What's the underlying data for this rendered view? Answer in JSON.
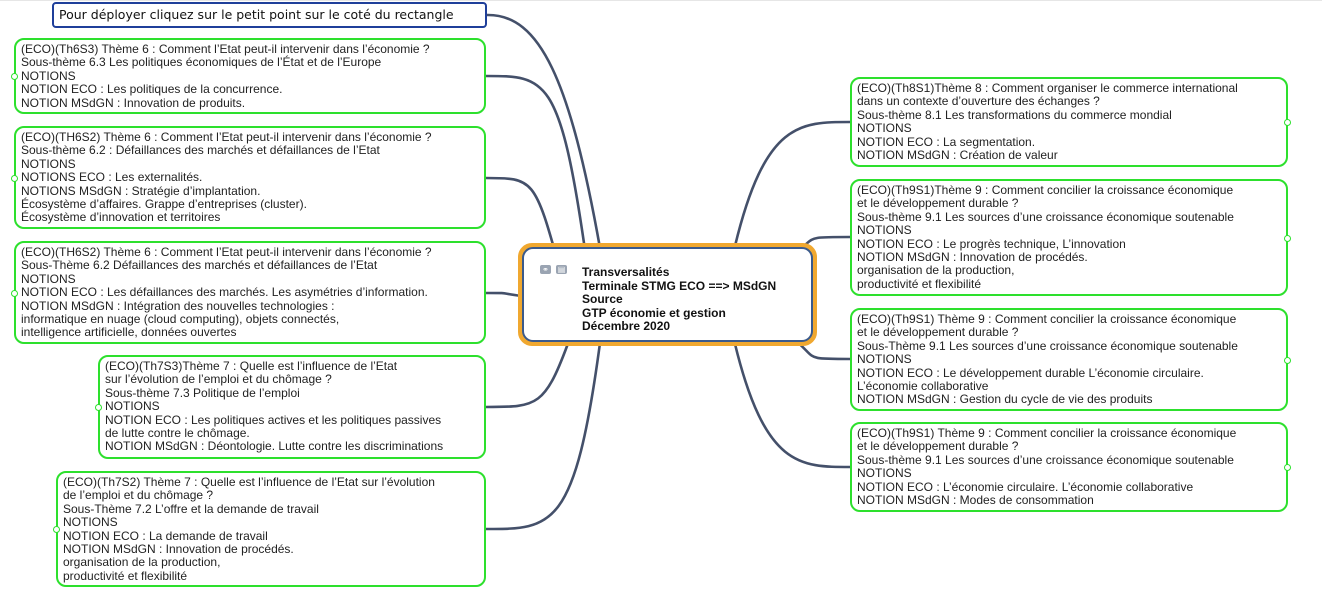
{
  "hint": {
    "text": "Pour déployer cliquez sur le petit point sur le coté du rectangle"
  },
  "central": {
    "lines": [
      "Transversalités",
      "Terminale STMG ECO ==> MSdGN",
      "Source",
      "GTP économie et gestion",
      "Décembre 2020"
    ],
    "icons": [
      "link-icon",
      "note-icon"
    ]
  },
  "colors": {
    "node_border": "#2de02d",
    "connector": "#44506a",
    "central_border": "#f0a830",
    "central_inner": "#3a5a8c",
    "hint_border": "#1f3f9a"
  },
  "left_nodes": [
    {
      "id": "th6s3",
      "lines": [
        "(ECO)(Th6S3) Thème 6 : Comment l’Etat peut-il intervenir dans l’économie ?",
        "Sous-thème 6.3 Les politiques économiques de l’État et de l’Europe",
        "NOTIONS",
        "NOTION ECO : Les politiques de la concurrence.",
        "NOTION MSdGN : Innovation de produits."
      ]
    },
    {
      "id": "th6s2a",
      "lines": [
        "(ECO)(TH6S2) Thème 6 : Comment l’Etat peut-il intervenir dans l’économie ?",
        "Sous-thème 6.2 : Défaillances des marchés et défaillances de l’Etat",
        "NOTIONS",
        "NOTIONS ECO : Les externalités.",
        "NOTIONS MSdGN : Stratégie d’implantation.",
        "Écosystème d’affaires. Grappe d’entreprises (cluster).",
        "Écosystème d’innovation et territoires"
      ]
    },
    {
      "id": "th6s2b",
      "lines": [
        "(ECO)(TH6S2) Thème 6 : Comment l’Etat peut-il intervenir dans l’économie ?",
        "Sous-Thème 6.2 Défaillances des marchés et défaillances de l’Etat",
        "NOTIONS",
        "NOTION ECO : Les défaillances des marchés. Les asymétries d’information.",
        "NOTION MSdGN : Intégration des nouvelles technologies :",
        "informatique en nuage (cloud computing), objets connectés,",
        "intelligence artificielle, données ouvertes"
      ]
    },
    {
      "id": "th7s3",
      "lines": [
        "(ECO)(Th7S3)Thème 7 : Quelle est l’influence de l’Etat",
        "sur l’évolution de l’emploi et du chômage ?",
        "Sous-thème 7.3 Politique de l’emploi",
        "NOTIONS",
        "NOTION ECO : Les politiques actives et les politiques passives",
        "de lutte contre le chômage.",
        "NOTION MSdGN : Déontologie. Lutte contre les discriminations"
      ]
    },
    {
      "id": "th7s2",
      "lines": [
        "(ECO)(Th7S2) Thème 7 : Quelle est l’influence de l’Etat sur l’évolution",
        "de l’emploi et du chômage ?",
        "Sous-Thème 7.2 L’offre et la demande de travail",
        "NOTIONS",
        "NOTION ECO : La demande de travail",
        "NOTION MSdGN : Innovation de procédés.",
        "organisation de la production,",
        "productivité et flexibilité"
      ]
    }
  ],
  "right_nodes": [
    {
      "id": "th8s1",
      "lines": [
        "(ECO)(Th8S1)Thème 8 : Comment organiser le commerce international",
        "dans un contexte d’ouverture des échanges ?",
        "Sous-thème 8.1 Les transformations du commerce mondial",
        "NOTIONS",
        "NOTION ECO : La segmentation.",
        "NOTION MSdGN : Création de valeur"
      ]
    },
    {
      "id": "th9s1a",
      "lines": [
        "(ECO)(Th9S1)Thème 9 : Comment concilier la croissance économique",
        "et le développement durable ?",
        "Sous-thème 9.1 Les sources d’une croissance économique soutenable",
        "NOTIONS",
        "NOTION ECO : Le progrès technique, L’innovation",
        "NOTION MSdGN : Innovation de procédés.",
        "organisation de la production,",
        "productivité et flexibilité"
      ]
    },
    {
      "id": "th9s1b",
      "lines": [
        "(ECO)(Th9S1) Thème 9 : Comment concilier la croissance économique",
        "et le développement durable ?",
        "Sous-Thème 9.1 Les sources d’une croissance économique soutenable",
        "NOTIONS",
        "NOTION ECO : Le développement durable L’économie circulaire.",
        "L’économie collaborative",
        "NOTION MSdGN : Gestion du cycle de vie des produits"
      ]
    },
    {
      "id": "th9s1c",
      "lines": [
        "(ECO)(Th9S1) Thème 9 : Comment concilier la croissance économique",
        "et le développement durable ?",
        "Sous-thème 9.1 Les sources d’une croissance économique soutenable",
        "NOTIONS",
        "NOTION ECO : L’économie circulaire. L’économie collaborative",
        "NOTION MSdGN : Modes de consommation"
      ]
    }
  ]
}
